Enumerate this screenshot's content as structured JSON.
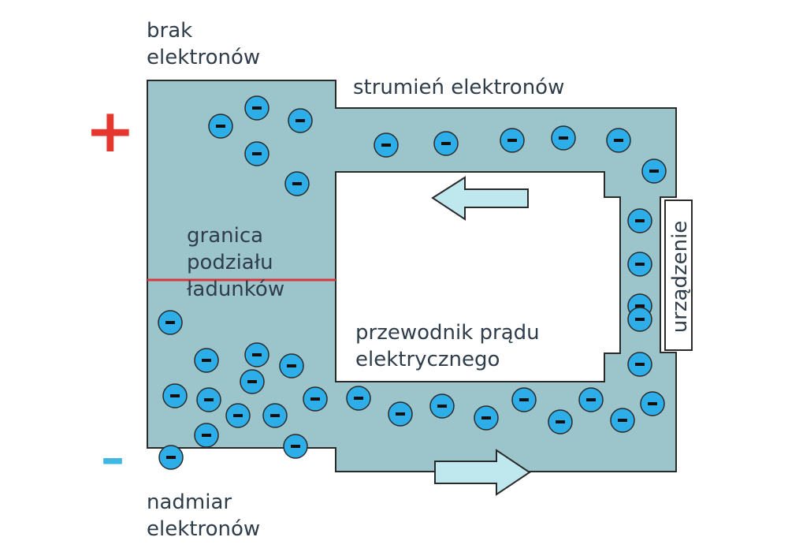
{
  "labels": {
    "top_left": [
      "brak",
      "elektronów"
    ],
    "top_right": "strumień elektronów",
    "boundary": [
      "granica",
      "podziału",
      "ładunków"
    ],
    "conductor": [
      "przewodnik prądu",
      "elektrycznego"
    ],
    "bottom_left": [
      "nadmiar",
      "elektronów"
    ],
    "device": "urządzenie"
  },
  "signs": {
    "plus": "+",
    "minus": "–",
    "electron": "–"
  },
  "colors": {
    "conductor_fill": "#9cc5cb",
    "outline": "#2a2a2a",
    "electron_fill": "#2eaee9",
    "electron_mark": "#101010",
    "arrow_fill": "#bfe8ee",
    "boundary_line": "#d9363e",
    "plus_sign": "#e4382e",
    "minus_sign": "#3cb6e3",
    "text": "#2f3d4a"
  },
  "icons": {
    "arrow_top": "arrow-left-icon",
    "arrow_bottom": "arrow-right-icon"
  }
}
